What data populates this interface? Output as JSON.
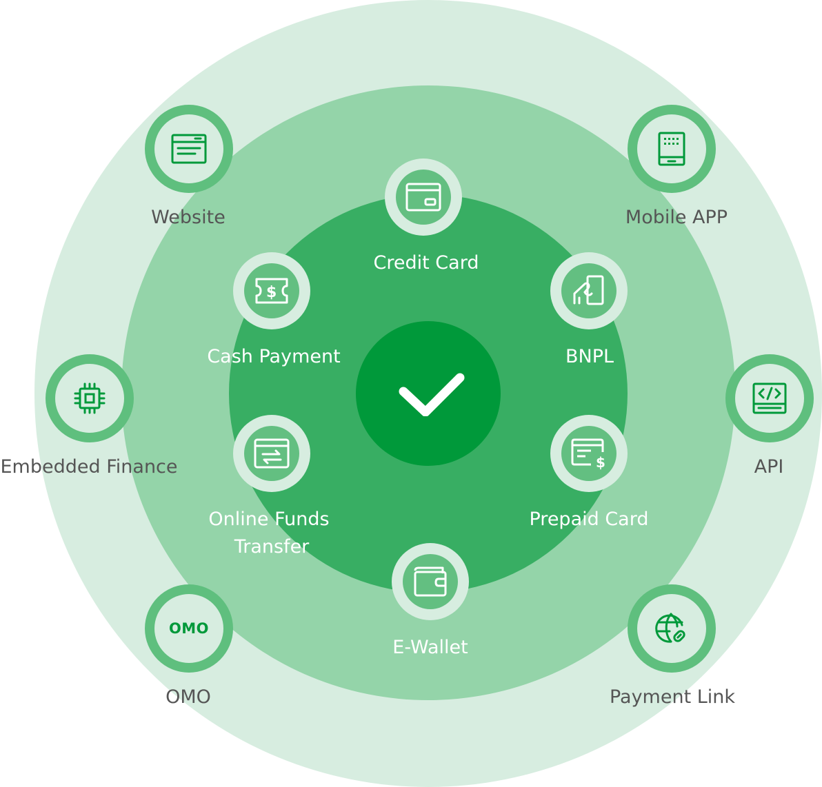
{
  "center": {
    "icon": "checkmark-icon"
  },
  "inner_items": [
    {
      "id": "credit-card",
      "label": "Credit Card",
      "icon": "credit-card-icon"
    },
    {
      "id": "bnpl",
      "label": "BNPL",
      "icon": "hand-card-icon"
    },
    {
      "id": "prepaid-card",
      "label": "Prepaid Card",
      "icon": "card-dollar-icon"
    },
    {
      "id": "e-wallet",
      "label": "E-Wallet",
      "icon": "wallet-icon"
    },
    {
      "id": "online-funds-transfer",
      "label_line1": "Online Funds",
      "label_line2": "Transfer",
      "icon": "transfer-icon"
    },
    {
      "id": "cash-payment",
      "label": "Cash Payment",
      "icon": "cash-ticket-icon"
    }
  ],
  "outer_items": [
    {
      "id": "website",
      "label": "Website",
      "icon": "browser-window-icon"
    },
    {
      "id": "mobile-app",
      "label": "Mobile APP",
      "icon": "mobile-device-icon"
    },
    {
      "id": "api",
      "label": "API",
      "icon": "code-window-icon"
    },
    {
      "id": "payment-link",
      "label": "Payment Link",
      "icon": "globe-link-icon"
    },
    {
      "id": "omo",
      "label": "OMO",
      "icon_text": "OMO"
    },
    {
      "id": "embedded-finance",
      "label": "Embedded Finance",
      "icon": "chip-icon"
    }
  ],
  "colors": {
    "outer_ring": "#d7ede0",
    "middle_ring": "#94d4a9",
    "inner_ring": "#38ae63",
    "center": "#00993a",
    "label_dark": "#555555",
    "label_light": "#ffffff"
  }
}
